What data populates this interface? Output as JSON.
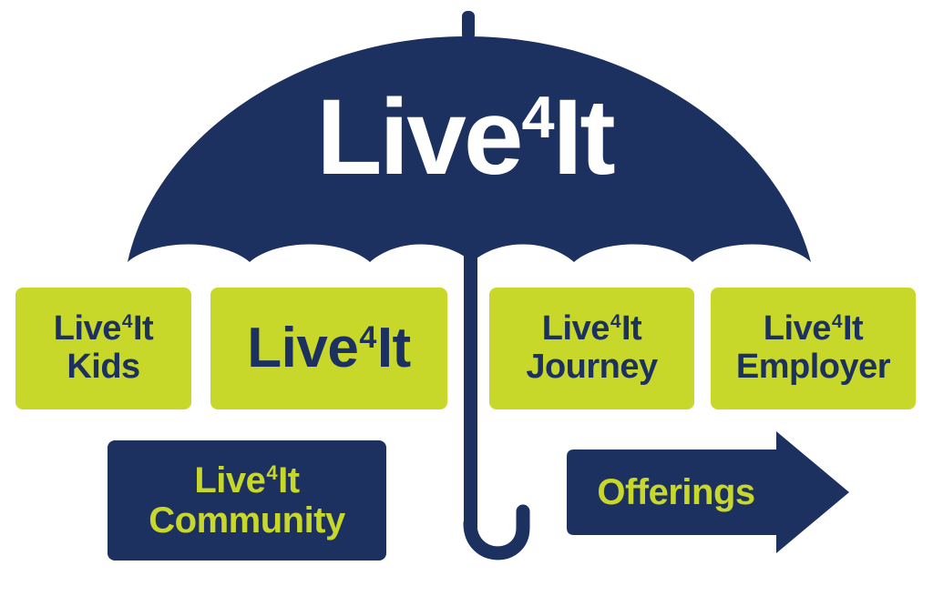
{
  "colors": {
    "navy": "#1c3160",
    "lime": "#c8d82a",
    "white": "#ffffff"
  },
  "umbrella": {
    "brand_main": "Live",
    "brand_sup": "4",
    "brand_end": "It"
  },
  "boxes": {
    "kids": {
      "brand_main": "Live",
      "brand_sup": "4",
      "brand_end": "It",
      "sub": "Kids"
    },
    "main": {
      "brand_main": "Live",
      "brand_sup": "4",
      "brand_end": "It"
    },
    "journey": {
      "brand_main": "Live",
      "brand_sup": "4",
      "brand_end": "It",
      "sub": "Journey"
    },
    "employer": {
      "brand_main": "Live",
      "brand_sup": "4",
      "brand_end": "It",
      "sub": "Employer"
    },
    "community": {
      "brand_main": "Live",
      "brand_sup": "4",
      "brand_end": "It",
      "sub": "Community"
    }
  },
  "offerings": {
    "label": "Offerings",
    "icon": "right-arrow-icon"
  }
}
